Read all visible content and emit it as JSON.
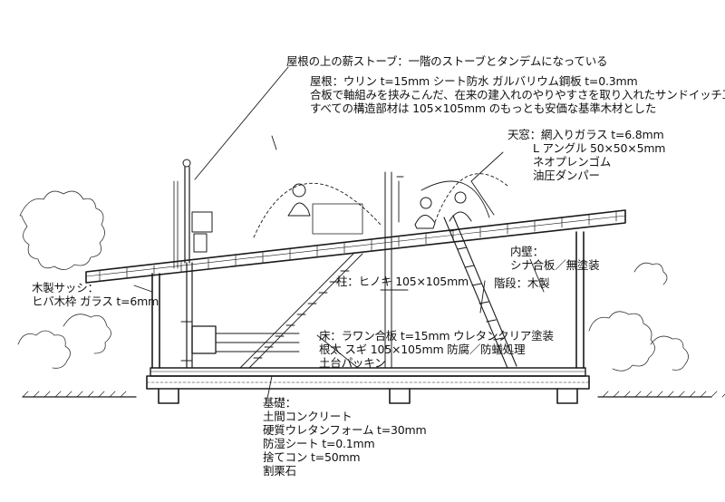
{
  "labels": {
    "stove": "屋根の上の薪ストーブ：一階のストーブとタンデムになっている",
    "roof_1": "屋根：ウリン t=15mm シート防水 ガルバリウム鋼板 t=0.3mm",
    "roof_2": "合板で軸組みを挟みこんだ、在来の建入れのやりやすさを取り入れたサンドイッチ工法",
    "roof_3": "すべての構造部材は 105×105mm のもっとも安価な基準木材とした",
    "skylight_1": "天窓：網入りガラス t=6.8mm",
    "skylight_2": "L アングル 50×50×5mm",
    "skylight_3": "ネオプレンゴム",
    "skylight_4": "油圧ダンパー",
    "sash_1": "木製サッシ：",
    "sash_2": "ヒバ木枠 ガラス t=6mm",
    "wall_1": "内壁：",
    "wall_2": "シナ合板／無塗装",
    "column": "柱：ヒノキ 105×105mm",
    "stair": "階段：木製",
    "floor_1": "床：ラワン合板 t=15mm ウレタンクリア塗装",
    "floor_2": "根太 スギ 105×105mm 防腐／防蟻処理",
    "floor_3": "土台パッキン",
    "found_1": "基礎：",
    "found_2": "土間コンクリート",
    "found_3": "硬質ウレタンフォーム t=30mm",
    "found_4": "防湿シート t=0.1mm",
    "found_5": "捨てコン t=50mm",
    "found_6": "割栗石"
  }
}
